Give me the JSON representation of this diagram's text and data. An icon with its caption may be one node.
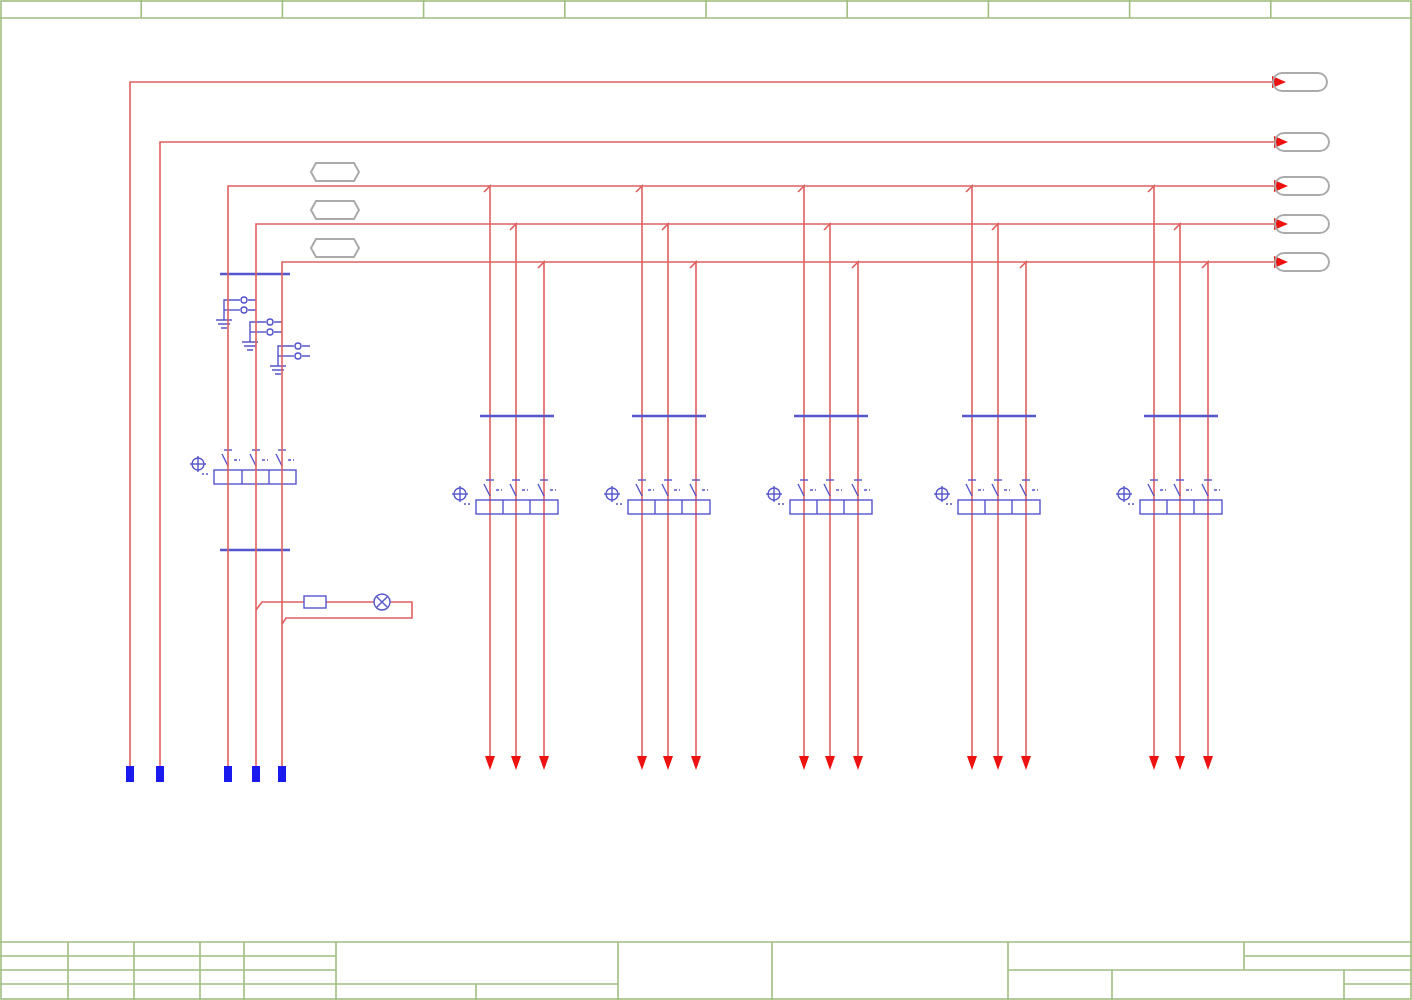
{
  "diagram": {
    "nodes": [
      {
        "text": [],
        "shape": "box"
      },
      {
        "text": [],
        "shape": "box"
      },
      {
        "text": [],
        "shape": "box"
      },
      {
        "text": [],
        "shape": "box"
      },
      {
        "text": [],
        "shape": "box"
      },
      {
        "text": [],
        "shape": "hexagon"
      },
      {
        "text": [],
        "shape": "hexagon"
      },
      {
        "text": [],
        "shape": "hexagon"
      },
      {
        "text": [],
        "shape": "bar"
      },
      {
        "text": [],
        "shape": "bar"
      },
      {
        "text": [],
        "shape": "bar"
      },
      {
        "text": [],
        "shape": "bar"
      },
      {
        "text": [],
        "shape": "bar"
      }
    ],
    "edges": [
      {
        "from": 8,
        "to": 0,
        "arrow": "to"
      },
      {
        "from": 9,
        "to": 1,
        "arrow": "to"
      },
      {
        "from": 10,
        "to": 2,
        "arrow": "to"
      },
      {
        "from": 11,
        "to": 3,
        "arrow": "to"
      },
      {
        "from": 12,
        "to": 4,
        "arrow": "to"
      }
    ]
  }
}
